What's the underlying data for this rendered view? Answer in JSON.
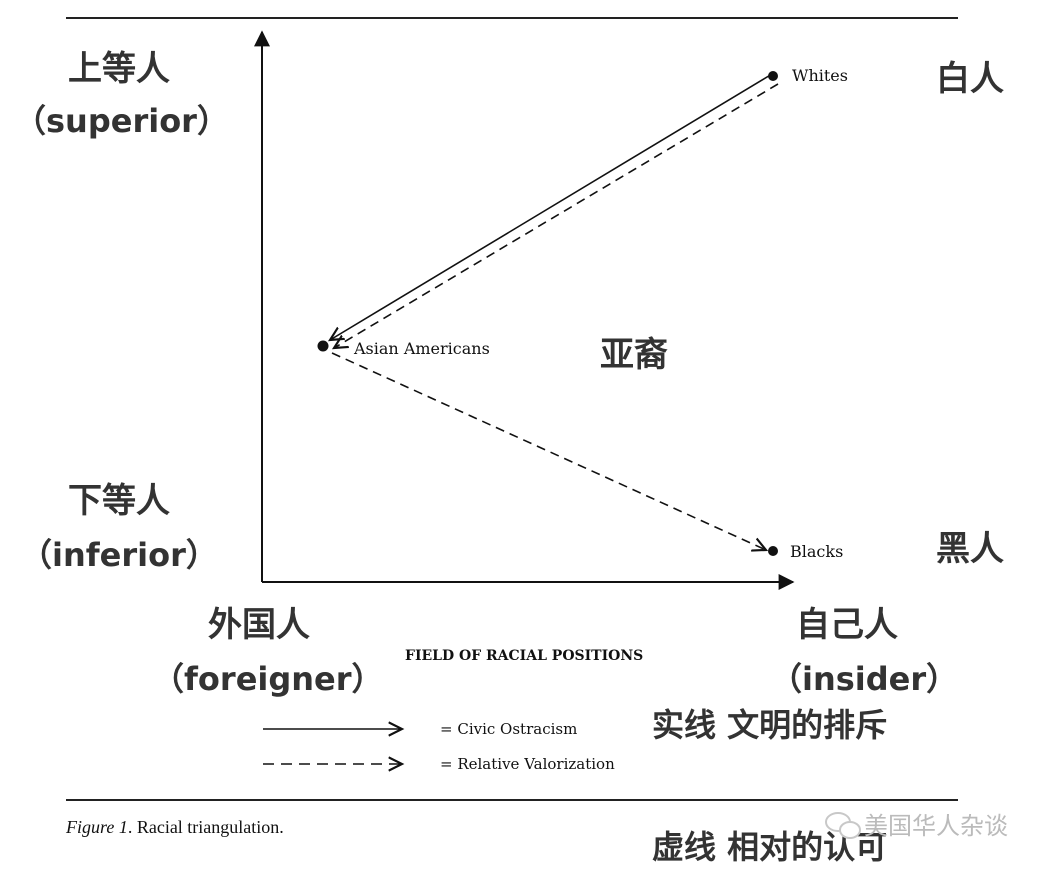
{
  "overlay": {
    "top_left": "上等人",
    "top_left_en": "（superior）",
    "bottom_left": "下等人",
    "bottom_left_en": "（inferior）",
    "whites_cn": "白人",
    "blacks_cn": "黑人",
    "asian_cn": "亚裔",
    "foreigner": "外国人",
    "foreigner_en": "（foreigner）",
    "insider": "自己人",
    "insider_en": "（insider）",
    "solid_note": "实线 文明的排斥",
    "dashed_note": "虚线 相对的认可"
  },
  "diagram": {
    "nodes": {
      "whites": "Whites",
      "asian": "Asian Americans",
      "blacks": "Blacks"
    },
    "axis_label": "FIELD OF RACIAL POSITIONS",
    "legend": {
      "solid": "= Civic Ostracism",
      "dashed": "= Relative Valorization"
    },
    "caption_italic": "Figure 1",
    "caption_text": ". Racial triangulation."
  },
  "watermark": "美国华人杂谈"
}
